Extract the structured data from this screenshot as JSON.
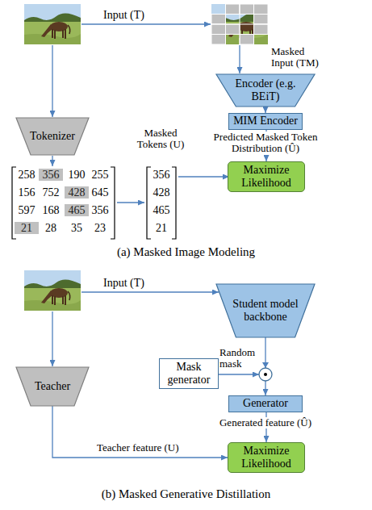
{
  "diagram": {
    "nodes": [
      {
        "text": [
          "Encoder (e.g. BEiT)"
        ]
      },
      {
        "text": [
          "MIM Encoder"
        ]
      },
      {
        "text": [
          "Maximize Likelihood"
        ]
      },
      {
        "text": [
          "Tokenizer"
        ]
      },
      {
        "text": [
          "Student model backbone"
        ]
      },
      {
        "text": [
          "Mask generator"
        ]
      },
      {
        "text": [
          "Generator"
        ]
      },
      {
        "text": [
          "Teacher"
        ]
      },
      {
        "text": [
          "Maximize Likelihood"
        ]
      }
    ],
    "edges": [
      {
        "from": 0,
        "to": 1,
        "arrow": "to"
      },
      {
        "from": 1,
        "to": 2,
        "label": "Predicted Masked Token Distribution (Û)",
        "arrow": "to"
      },
      {
        "from": 4,
        "to": 6,
        "arrow": "to"
      },
      {
        "from": 6,
        "to": 8,
        "label": "Generated feature (Û)",
        "arrow": "to"
      },
      {
        "from": 7,
        "to": 8,
        "label": "Teacher feature (U)",
        "arrow": "to"
      }
    ],
    "labels": [
      "Input (T)",
      "Masked Input (TM)",
      "258",
      "356",
      "190",
      "255",
      "156",
      "752",
      "428",
      "645",
      "597",
      "168",
      "465",
      "356",
      "21",
      "28",
      "35",
      "23",
      "Masked Tokens (U)",
      "356",
      "428",
      "465",
      "21",
      "(a) Masked Image Modeling",
      "Input (T)",
      "Random mask",
      "(b) Masked Generative Distillation"
    ]
  }
}
